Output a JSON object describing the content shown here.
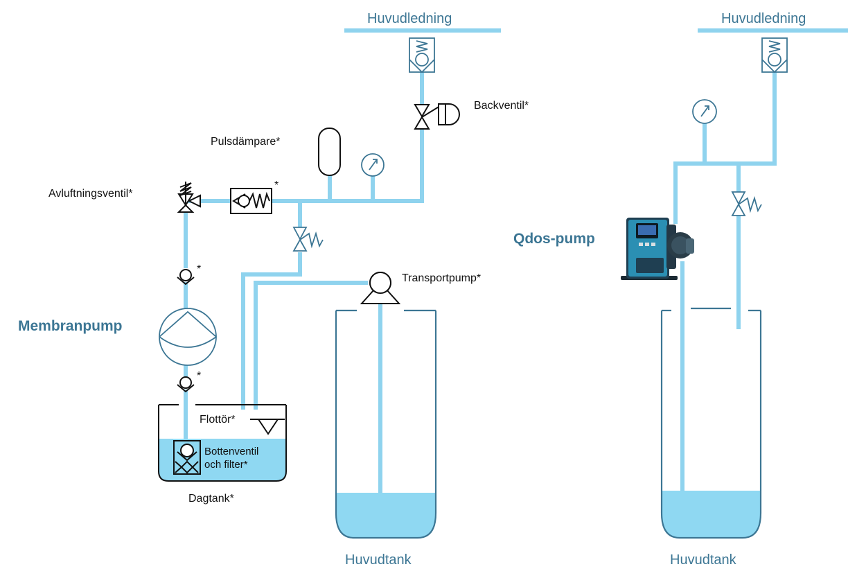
{
  "labels": {
    "main_line_left": "Huvudledning",
    "main_line_right": "Huvudledning",
    "check_valve": "Backventil*",
    "pulse_damper": "Pulsdämpare*",
    "vent_valve": "Avluftningsventil*",
    "relief_star": "*",
    "check_star_upper": "*",
    "check_star_lower": "*",
    "transfer_pump": "Transportpump*",
    "diaphragm_pump": "Membranpump",
    "float": "Flottör*",
    "foot_valve_line1": "Bottenventil",
    "foot_valve_line2": "och filter*",
    "day_tank": "Dagtank*",
    "main_tank_left": "Huvudtank",
    "main_tank_right": "Huvudtank",
    "qdos_pump": "Qdos-pump"
  },
  "colors": {
    "pipe": "#8fd3ee",
    "liquid": "#8fd8f2",
    "accent_blue": "#3c7694",
    "symbol": "#111111"
  }
}
